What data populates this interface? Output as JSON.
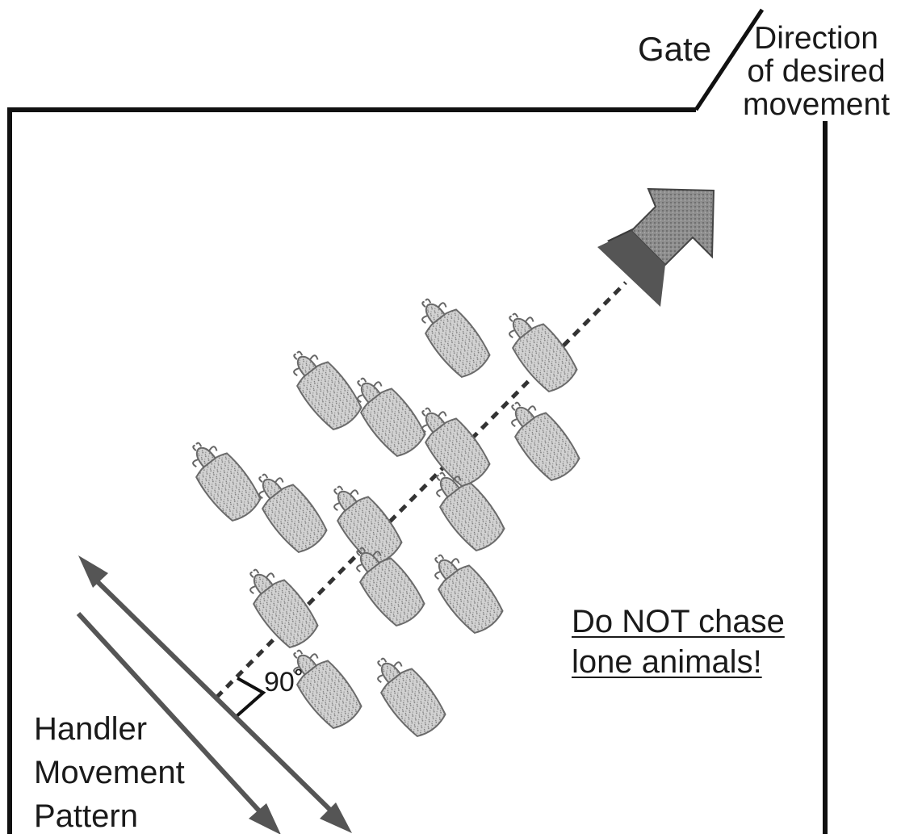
{
  "labels": {
    "gate": "Gate",
    "direction": [
      "Direction",
      "of desired",
      "movement"
    ],
    "handler": [
      "Handler",
      "Movement",
      "Pattern"
    ],
    "warning": [
      "Do NOT chase",
      "lone animals!"
    ],
    "angle": "90˚"
  },
  "colors": {
    "line": "#111111",
    "arrow_fill": "#8a8a8a",
    "arrow_shadow": "#3a3a3a",
    "animal_fill": "#c4c4c4",
    "animal_stroke": "#6a6a6a",
    "handler_arrow": "#555555"
  },
  "icons": {
    "direction_arrow": "direction-arrow-icon",
    "animal": "cattle-top-view-icon",
    "handler_arrows": "double-headed-arrow-icon"
  }
}
